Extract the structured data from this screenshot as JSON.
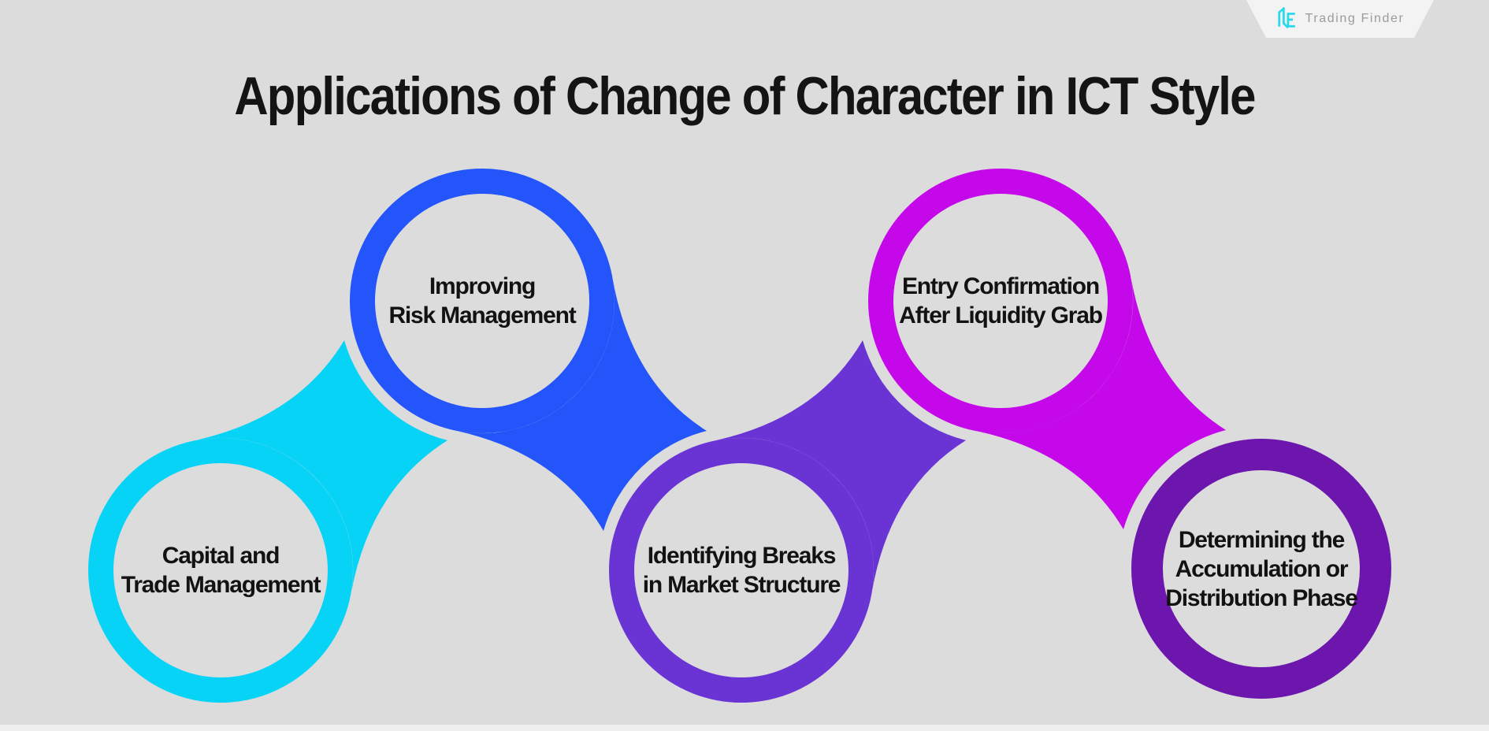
{
  "page": {
    "title": "Applications of Change of Character in ICT Style",
    "title_color": "#141414",
    "background_color": "#dcdcdc",
    "bottom_strip_color": "#f0f0f0"
  },
  "logo": {
    "brand": "Trading Finder",
    "badge_color": "#f3f3f3",
    "text_color": "#9b9b9b",
    "icon": "trading-finder-mark",
    "icon_color": "#2bd8ec"
  },
  "diagram": {
    "description": "Chain of five interlinked rings, alternating low/high, each ring joined to the next by a concave star-shaped link of the preceding ring's color",
    "nodes": [
      {
        "id": 1,
        "label": "Capital and\nTrade Management",
        "color": "#07d3f6",
        "position": "bottom-left"
      },
      {
        "id": 2,
        "label": "Improving\nRisk Management",
        "color": "#2355fb",
        "position": "top-left"
      },
      {
        "id": 3,
        "label": "Identifying Breaks\nin Market Structure",
        "color": "#6a34d5",
        "position": "bottom-center"
      },
      {
        "id": 4,
        "label": "Entry Confirmation\nAfter Liquidity Grab",
        "color": "#c408e9",
        "position": "top-right"
      },
      {
        "id": 5,
        "label": "Determining the\nAccumulation or\nDistribution Phase",
        "color": "#6c16ad",
        "position": "bottom-right"
      }
    ],
    "connectors": [
      {
        "from": 1,
        "to": 2
      },
      {
        "from": 2,
        "to": 3
      },
      {
        "from": 3,
        "to": 4
      },
      {
        "from": 4,
        "to": 5
      }
    ]
  }
}
